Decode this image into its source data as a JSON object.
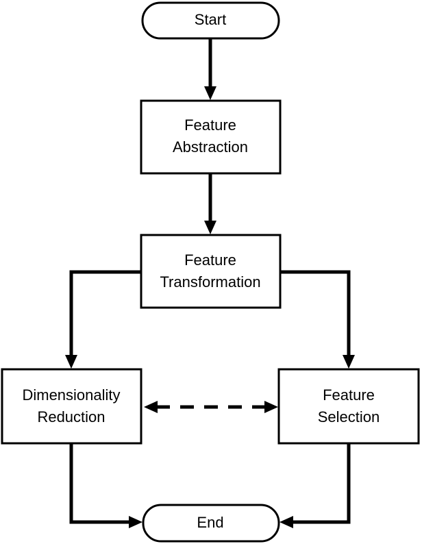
{
  "diagram": {
    "nodes": {
      "start": {
        "lines": [
          "Start"
        ],
        "shape": "terminal"
      },
      "abstraction": {
        "lines": [
          "Feature",
          "Abstraction"
        ],
        "shape": "process"
      },
      "transformation": {
        "lines": [
          "Feature",
          "Transformation"
        ],
        "shape": "process"
      },
      "dimensionality": {
        "lines": [
          "Dimensionality",
          "Reduction"
        ],
        "shape": "process"
      },
      "selection": {
        "lines": [
          "Feature",
          "Selection"
        ],
        "shape": "process"
      },
      "end": {
        "lines": [
          "End"
        ],
        "shape": "terminal"
      }
    },
    "edges": [
      {
        "from": "start",
        "to": "abstraction",
        "style": "solid"
      },
      {
        "from": "abstraction",
        "to": "transformation",
        "style": "solid"
      },
      {
        "from": "transformation",
        "to": "dimensionality",
        "style": "solid"
      },
      {
        "from": "transformation",
        "to": "selection",
        "style": "solid"
      },
      {
        "from": "dimensionality",
        "to": "selection",
        "style": "dashed",
        "bidirectional": true
      },
      {
        "from": "dimensionality",
        "to": "end",
        "style": "solid"
      },
      {
        "from": "selection",
        "to": "end",
        "style": "solid"
      }
    ]
  }
}
